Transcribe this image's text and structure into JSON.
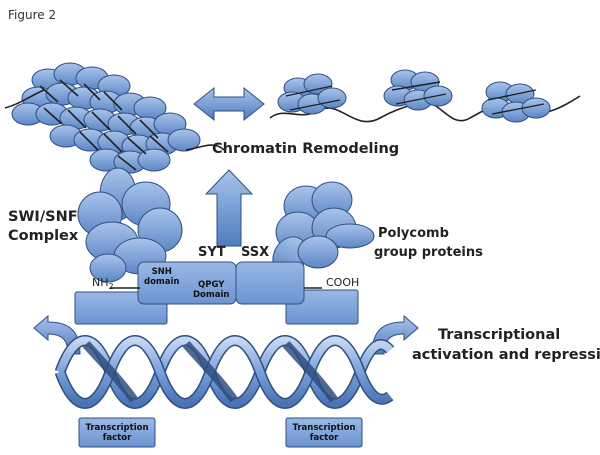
{
  "figure_title": "Figure 2",
  "labels": {
    "chromatin_remodeling": "Chromatin Remodeling",
    "swi_snf_line1": "SWI/SNF",
    "swi_snf_line2": "Complex",
    "polycomb_line1": "Polycomb",
    "polycomb_line2": "group proteins",
    "syt": "SYT",
    "ssx": "SSX",
    "nh2": "NH",
    "nh2_sub": "2",
    "cooh": "COOH",
    "snh_line1": "SNH",
    "snh_line2": "domain",
    "qpgy_line1": "QPGY",
    "qpgy_line2": "Domain",
    "transcriptional_line1": "Transcriptional",
    "transcriptional_line2": "activation and repression",
    "tf_left_line1": "Transcription",
    "tf_left_line2": "factor",
    "tf_right_line1": "Transcription",
    "tf_right_line2": "factor"
  },
  "colors": {
    "blue_light": "#9dbbe6",
    "blue_mid": "#6f97d3",
    "blue_dark": "#3f68a8",
    "outline": "#2f4f7f",
    "dna_line": "#222222"
  }
}
